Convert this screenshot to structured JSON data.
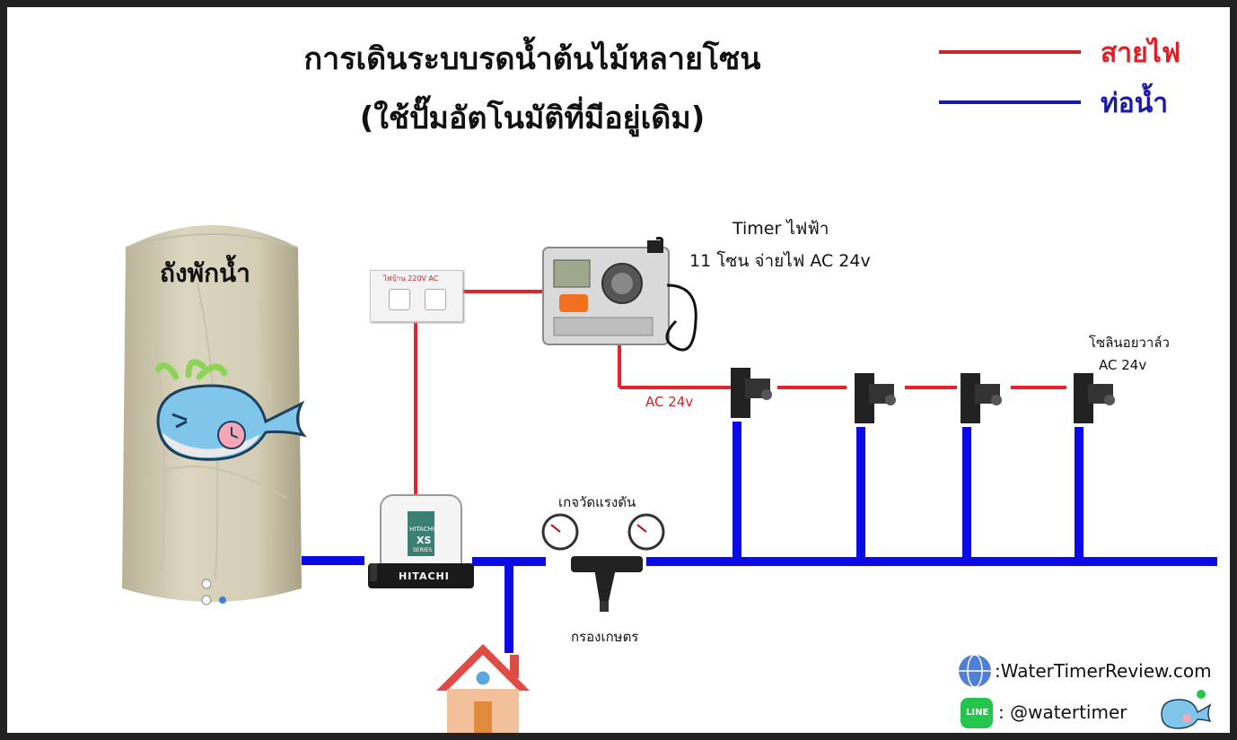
{
  "title": {
    "line1": "การเดินระบบรดน้ำต้นไม้หลายโซน",
    "line2": "(ใช้ปั๊มอัตโนมัติที่มีอยู่เดิม)"
  },
  "legend": [
    {
      "label": "สายไฟ",
      "color": "#dd1f26"
    },
    {
      "label": "ท่อน้ำ",
      "color": "#1a1aa8"
    }
  ],
  "tank": {
    "label": "ถังพักน้ำ"
  },
  "outlet": {
    "label": "ไฟบ้าน 220V AC"
  },
  "timer": {
    "line1": "Timer ไฟฟ้า",
    "line2": "11 โซน จ่ายไฟ AC 24v"
  },
  "timer_output": {
    "label": "AC 24v"
  },
  "solenoid": {
    "line1": "โซลินอยวาล์ว",
    "line2": "AC 24v"
  },
  "pump": {
    "brand": "HITACHI",
    "series": "XS",
    "series_sub": "SERIES"
  },
  "gauge": {
    "label": "เกจวัดแรงดัน"
  },
  "filter": {
    "label": "กรองเกษตร"
  },
  "contact": {
    "website": ":WaterTimerReview.com",
    "line_id": ": @watertimer",
    "line_badge": "LINE"
  },
  "colors": {
    "wire": "#dd1f26",
    "pipe": "#0a0ae6",
    "tank": "#d8d2bb",
    "house_roof": "#e04b43",
    "house_body": "#f2c09b"
  },
  "icons": [
    "water-tank",
    "whale-mascot",
    "power-outlet",
    "timer-controller",
    "solenoid-valve",
    "pressure-gauge",
    "disc-filter",
    "water-pump",
    "house",
    "globe-icon",
    "line-icon"
  ]
}
